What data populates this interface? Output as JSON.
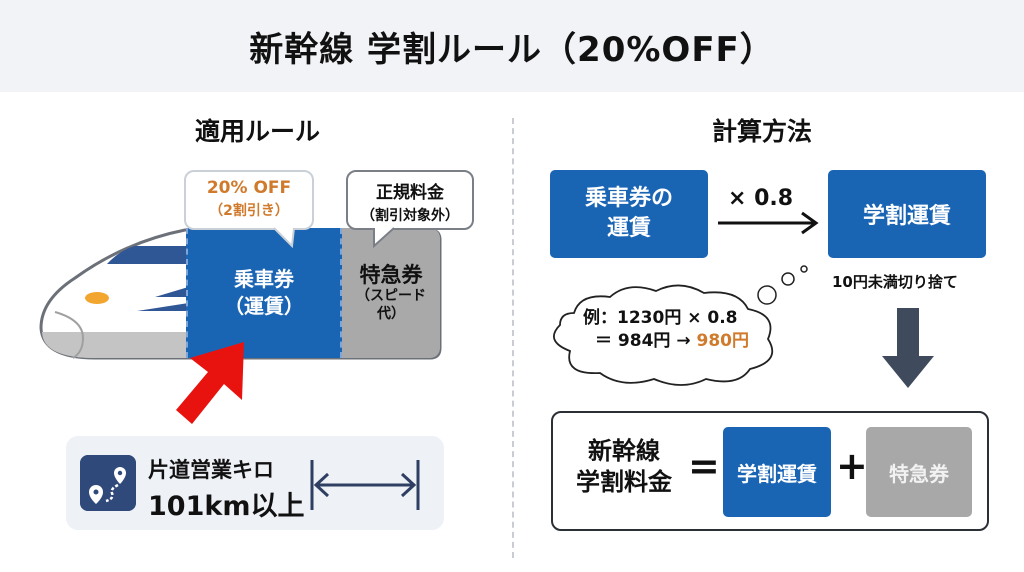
{
  "title": "新幹線 学割ルール（20%OFF）",
  "left": {
    "heading": "適用ルール",
    "off_bubble": {
      "line1": "20% OFF",
      "line2": "（2割引き）"
    },
    "regular_bubble": {
      "line1": "正規料金",
      "line2": "（割引対象外）"
    },
    "fare_ticket": {
      "line1": "乗車券",
      "line2": "（運賃）"
    },
    "express_ticket": {
      "line1": "特急券",
      "line2": "（スピード",
      "line3": "代）"
    },
    "distance": {
      "label": "片道営業キロ",
      "value": "101km以上",
      "icon": "map-route-icon"
    }
  },
  "right": {
    "heading": "計算方法",
    "fare_box": {
      "line1": "乗車券の",
      "line2": "運賃"
    },
    "multiplier": "× 0.8",
    "student_fare_box": "学割運賃",
    "rounding_note": "10円未満切り捨て",
    "example": {
      "line1": "例：1230円 × 0.8",
      "line2_prefix": "＝ 984円 → ",
      "line2_result": "980円"
    },
    "formula": {
      "label_line1": "新幹線",
      "label_line2": "学割料金",
      "equals": "=",
      "term1": "学割運賃",
      "plus": "+",
      "term2": "特急券"
    }
  },
  "colors": {
    "blue": "#1a64b4",
    "gray": "#a8a8a8",
    "orange": "#d07a2c",
    "red_arrow": "#e8130e",
    "navy": "#2f4a7a"
  }
}
